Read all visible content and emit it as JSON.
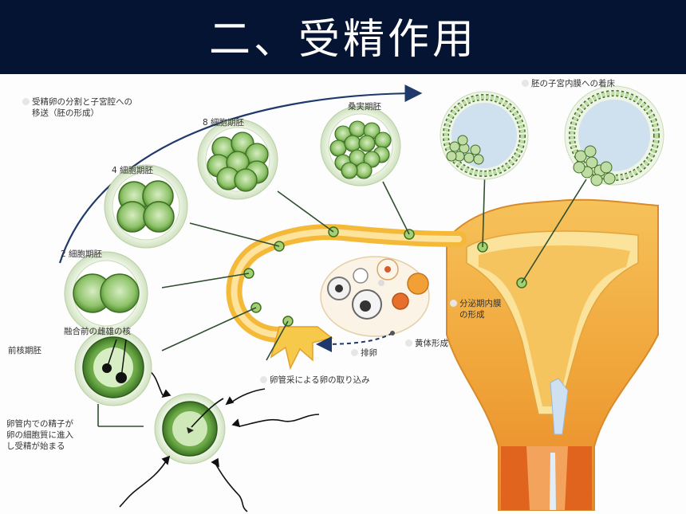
{
  "slide": {
    "title": "二、受精作用"
  },
  "labels": {
    "transport": [
      "受精卵の分割と子宮腔への",
      "移送（胚の形成）"
    ],
    "implantation": "胚の子宮内膜への着床",
    "morula": "桑実期胚",
    "eight_cell": "8 細胞期胚",
    "four_cell": "4 細胞期胚",
    "two_cell": "2 細胞期胚",
    "pronuclei_fusion": "融合前の雌雄の核",
    "pronuclear_stage": "前核期胚",
    "fertilization": [
      "卵管内での精子が",
      "卵の細胞質に進入",
      "し受精が始まる"
    ],
    "fimbria_uptake": "卵管采による卵の取り込み",
    "ovulation": "排卵",
    "corpus_luteum": "黄体形成",
    "secretory_endometrium": [
      "分泌期内膜",
      "の形成"
    ]
  },
  "colors": {
    "header_bg": "#061433",
    "cell_green": "#7fb35a",
    "tube_yellow": "#f7c94a",
    "uterus_orange": "#f2a23a",
    "deep_orange": "#e2731e"
  }
}
